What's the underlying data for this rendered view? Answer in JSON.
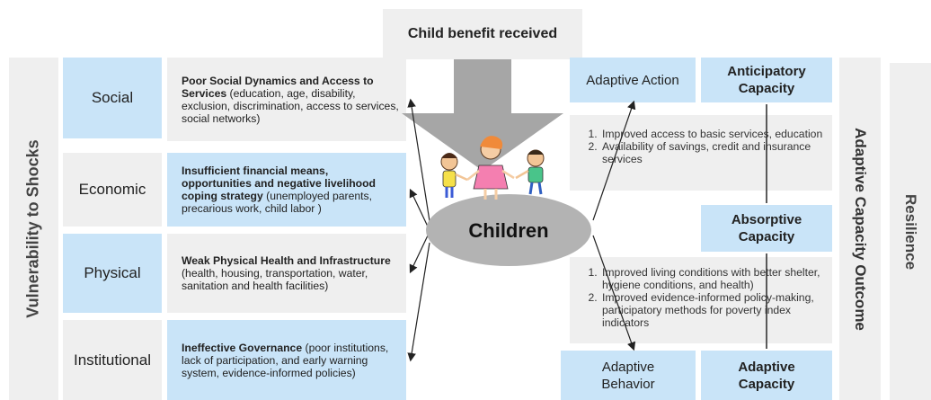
{
  "header": {
    "title": "Child benefit received"
  },
  "left_axis": {
    "label": "Vulnerability to Shocks"
  },
  "right_axis": {
    "adaptive_outcome": "Adaptive Capacity Outcome",
    "resilience": "Resilience"
  },
  "vulnerabilities": [
    {
      "category": "Social",
      "title": "Poor Social Dynamics  and Access to Services",
      "detail": " (education, age, disability, exclusion, discrimination, access to services, social networks)"
    },
    {
      "category": "Economic",
      "title": "Insufficient financial means, opportunities and negative livelihood coping strategy",
      "detail": " (unemployed parents, precarious work, child labor )"
    },
    {
      "category": "Physical",
      "title": "Weak Physical Health and Infrastructure",
      "detail": " (health, housing, transportation, water, sanitation and health facilities)"
    },
    {
      "category": "Institutional",
      "title": "Ineffective Governance",
      "detail": "  (poor institutions, lack of participation, and early warning system, evidence-informed policies)"
    }
  ],
  "center": {
    "label": "Children"
  },
  "capacities": {
    "adaptive_action": "Adaptive Action",
    "anticipatory": "Anticipatory Capacity",
    "absorptive": "Absorptive Capacity",
    "adaptive_behavior": "Adaptive Behavior",
    "adaptive_capacity": "Adaptive Capacity"
  },
  "outcomes_top": [
    "Improved access to basic services, education",
    "Availability of savings, credit and insurance services"
  ],
  "outcomes_bottom": [
    "Improved living conditions with  better shelter, hygiene conditions, and health)",
    "Improved evidence-informed policy-making, participatory methods for poverty index indicators"
  ],
  "colors": {
    "light_blue": "#c9e4f8",
    "light_grey": "#efefef",
    "ellipse": "#b3b3b3",
    "arrow_grey": "#a6a6a6"
  }
}
